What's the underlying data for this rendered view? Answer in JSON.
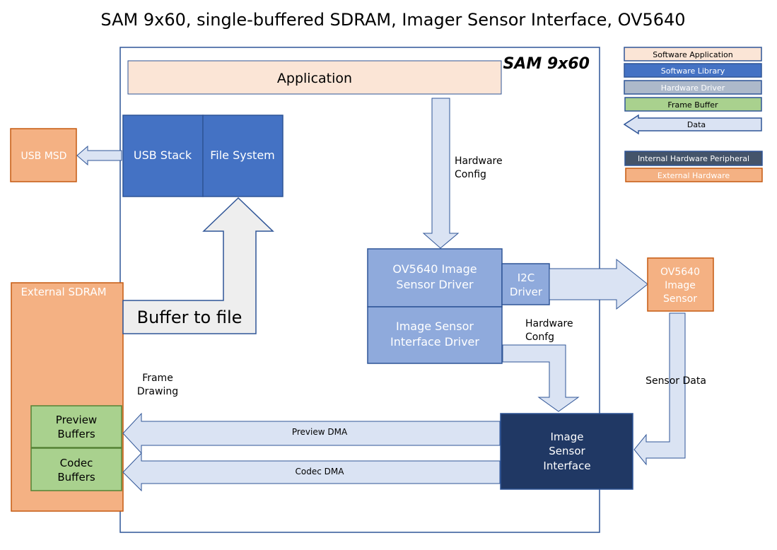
{
  "title": "SAM 9x60, single-buffered SDRAM, Imager Sensor Interface, OV5640",
  "chip_label": "SAM 9x60",
  "colors": {
    "software_application": "#fbe5d6",
    "software_library": "#4472c4",
    "hardware_driver": "#8faadc",
    "frame_buffer": "#a9d18e",
    "data_arrow": "#dae3f3",
    "internal_hw": "#203864",
    "external_hw": "#f4b183",
    "border_blue": "#2f5597",
    "border_green": "#548235",
    "border_orange": "#c55a11"
  },
  "legend": {
    "software_application": "Software Application",
    "software_library": "Software Library",
    "hardware_driver": "Hardware Driver",
    "frame_buffer": "Frame Buffer",
    "data": "Data",
    "internal_hw": "Internal Hardware Peripheral",
    "external_hw": "External Hardware"
  },
  "blocks": {
    "application": "Application",
    "usb_stack": "USB Stack",
    "file_system": "File System",
    "usb_msd": "USB MSD",
    "external_sdram": "External SDRAM",
    "ov5640_driver_l1": "OV5640 Image",
    "ov5640_driver_l2": "Sensor Driver",
    "i2c_driver_l1": "I2C",
    "i2c_driver_l2": "Driver",
    "isi_driver_l1": "Image Sensor",
    "isi_driver_l2": "Interface Driver",
    "ov5640_sensor_l1": "OV5640",
    "ov5640_sensor_l2": "Image",
    "ov5640_sensor_l3": "Sensor",
    "isi_l1": "Image",
    "isi_l2": "Sensor",
    "isi_l3": "Interface",
    "preview_buffers_l1": "Preview",
    "preview_buffers_l2": "Buffers",
    "codec_buffers_l1": "Codec",
    "codec_buffers_l2": "Buffers"
  },
  "labels": {
    "hardware_config_l1": "Hardware",
    "hardware_config_l2": "Config",
    "hardware_confg_l1": "Hardware",
    "hardware_confg_l2": "Confg",
    "buffer_to_file": "Buffer to file",
    "frame_drawing_l1": "Frame",
    "frame_drawing_l2": "Drawing",
    "sensor_data": "Sensor Data",
    "preview_dma": "Preview DMA",
    "codec_dma": "Codec DMA"
  }
}
